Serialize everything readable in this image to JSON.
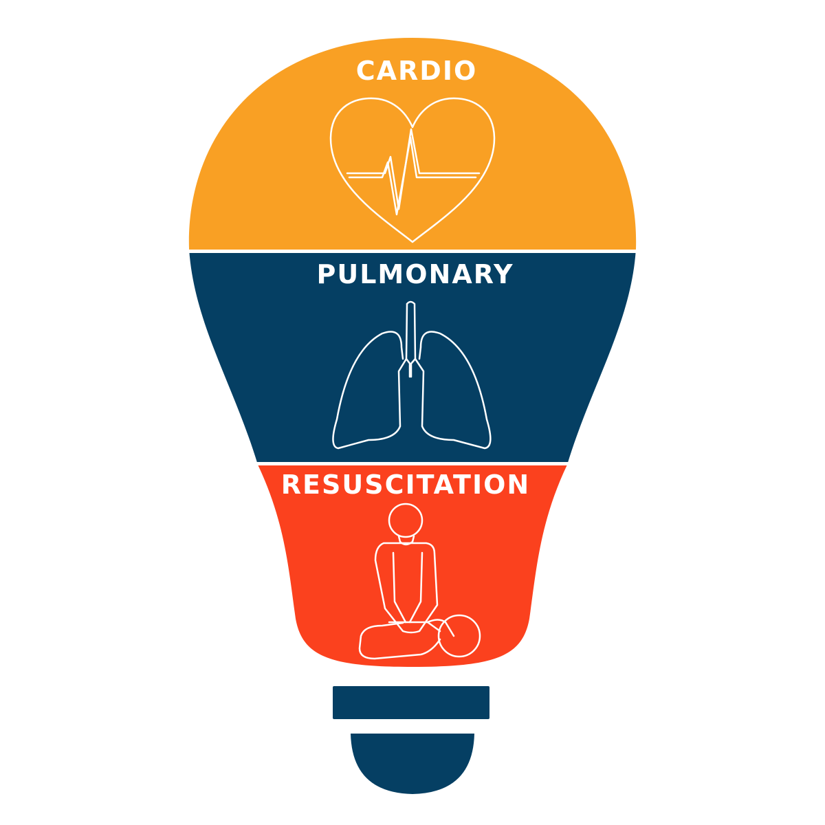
{
  "sections": [
    {
      "label": "CARDIO",
      "color": "#F9A024",
      "icon": "heart-pulse-icon"
    },
    {
      "label": "PULMONARY",
      "color": "#053F63",
      "icon": "lungs-icon"
    },
    {
      "label": "RESUSCITATION",
      "color": "#FB411E",
      "icon": "cpr-icon"
    }
  ],
  "base_color": "#053F63",
  "background_color": "#FFFFFF"
}
